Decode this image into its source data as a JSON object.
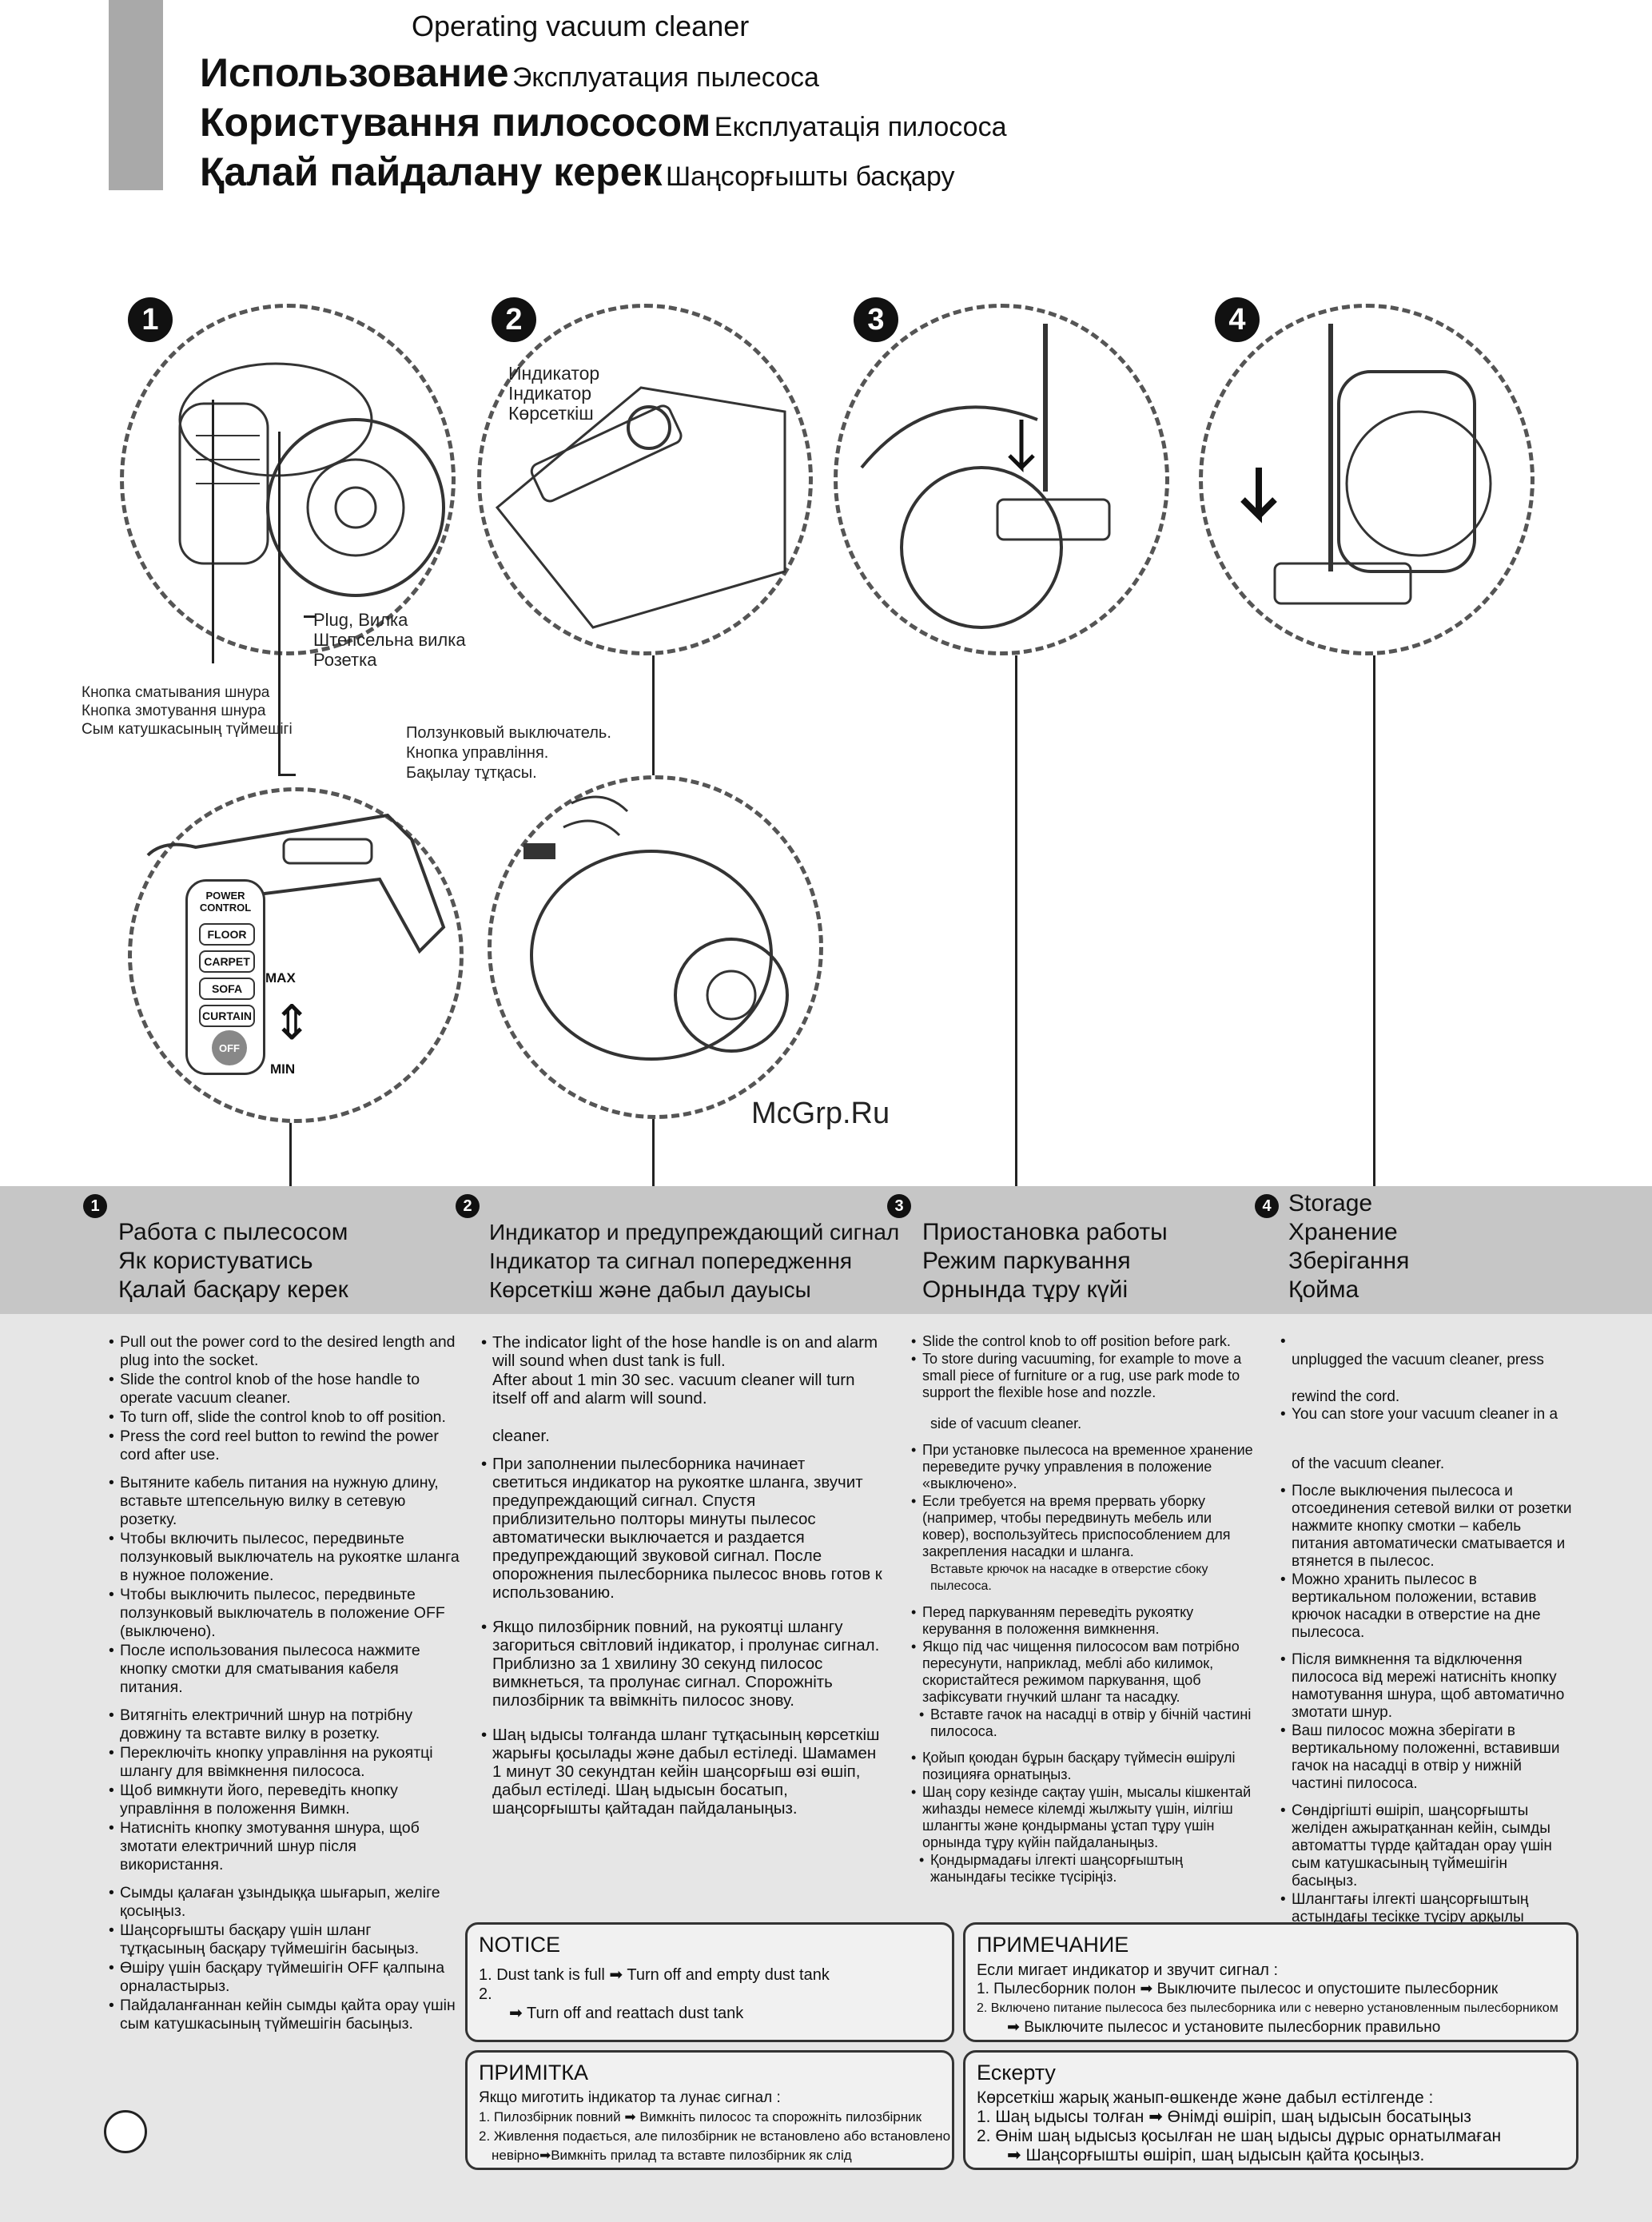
{
  "header": {
    "en": "Operating vacuum cleaner",
    "ru_big": "Использование",
    "ru_small": "Эксплуатация пылесоса",
    "uk_big": "Користування пилососом",
    "uk_small": "Експлуатація пилососа",
    "kz_big": "Қалай пайдалану керек",
    "kz_small": "Шаңсорғышты басқару"
  },
  "figures": {
    "steps": [
      "1",
      "2",
      "3",
      "4"
    ],
    "indicator_labels": [
      "Индикатор",
      "Індикатор",
      "Көрсеткіш"
    ],
    "plug_labels": [
      "Plug, Вилка",
      "Штепсельна вилка",
      "Розетка"
    ],
    "cord_button_labels": [
      "Кнопка сматывания шнура",
      "Кнопка змотування шнура",
      "Сым катушкасының түймешігі"
    ],
    "slider_labels": [
      "Ползунковый выключатель.",
      "Кнопка управління.",
      "Бақылау тұтқасы."
    ],
    "panel": {
      "title_1": "POWER",
      "title_2": "CONTROL",
      "buttons": [
        "FLOOR",
        "CARPET",
        "SOFA",
        "CURTAIN",
        "OFF"
      ],
      "max": "MAX",
      "min": "MIN"
    }
  },
  "watermark": "McGrp.Ru",
  "sections": [
    {
      "num": "1",
      "lines": [
        "Работа с пылесосом",
        "Як користуватись",
        "Қалай басқару керек"
      ]
    },
    {
      "num": "2",
      "lines": [
        "Индикатор и предупреждающий сигнал",
        "Індикатор та сигнал попередження",
        "Көрсеткіш және дабыл дауысы"
      ]
    },
    {
      "num": "3",
      "lines": [
        "Приостановка работы",
        "Режим паркування",
        "Орнында тұру күйі"
      ]
    },
    {
      "num": "4",
      "lines": [
        "Storage",
        "Хранение",
        "Зберігання",
        "Қойма"
      ]
    }
  ],
  "col1": {
    "en": [
      "Pull out the power cord to the desired length and plug into the socket.",
      "Slide the control knob of the hose handle to operate vacuum cleaner.",
      "To turn off, slide the control knob to off position.",
      "Press the cord reel button to rewind the power cord after use."
    ],
    "ru": [
      "Вытяните кабель питания на нужную длину, вставьте штепсельную вилку в сетевую розетку.",
      "Чтобы включить пылесос, передвиньте ползунковый выключатель на рукоятке шланга в нужное положение.",
      "Чтобы выключить пылесос, передвиньте ползунковый выключатель в положение OFF (выключено).",
      "После использования пылесоса нажмите кнопку смотки для сматывания кабеля питания."
    ],
    "uk": [
      "Витягніть електричний шнур на потрібну довжину та вставте вилку в розетку.",
      "Переключіть кнопку управління на рукоятці шлангу для ввімкнення пилососа.",
      "Щоб вимкнути його, переведіть кнопку управління в положення Вимкн.",
      "Натисніть кнопку змотування шнура, щоб змотати електричний шнур після використання."
    ],
    "kz": [
      "Сымды қалаған ұзындыққа шығарып, желіге қосыңыз.",
      "Шаңсорғышты басқару үшін шланг тұтқасының басқару түймешігін басыңыз.",
      "Өшіру үшін басқару түймешігін OFF қалпына орналастырыз.",
      "Пайдаланғаннан кейін сымды қайта орау үшін сым катушкасының түймешігін басыңыз."
    ]
  },
  "col2": {
    "en": [
      "The indicator light of the hose handle is on and alarm will sound when dust tank is full.",
      "After about 1 min 30 sec. vacuum cleaner will turn itself off and alarm will sound.",
      "cleaner."
    ],
    "ru": "При заполнении пылесборника начинает светиться индикатор на рукоятке шланга, звучит предупреждающий сигнал. Спустя приблизительно полторы минуты пылесос автоматически выключается и раздается предупреждающий звуковой сигнал. После опорожнения пылесборника пылесос вновь готов к использованию.",
    "uk": "Якщо пилозбірник повний, на рукоятці шлангу загориться світловий індикатор, і пролунає сигнал. Приблизно за 1 хвилину 30 секунд пилосос вимкнеться, та пролунає сигнал. Спорожніть пилозбірник та ввімкніть пилосос знову.",
    "kz": "Шаң ыдысы толғанда шланг тұтқасының көрсеткіш жарығы қосылады және дабыл естіледі. Шамамен 1 минут 30 секундтан кейін шаңсорғыш өзі өшіп, дабыл естіледі. Шаң ыдысын босатып, шаңсорғышты қайтадан пайдаланыңыз."
  },
  "col3": {
    "en": [
      "Slide the control knob to off  position before park.",
      "To store during vacuuming, for example to move a small piece of furniture or a rug, use park mode to support the flexible hose and nozzle.",
      "side of vacuum cleaner."
    ],
    "ru": [
      "При установке пылесоса на временное хранение переведите ручку управления в положение «выключено».",
      "Если требуется на время прервать уборку (например, чтобы передвинуть мебель или ковер), воспользуйтесь приспособлением для закрепления насадки и шланга.",
      "Вставьте крючок на насадке в отверстие сбоку пылесоса."
    ],
    "uk": [
      "Перед паркуванням переведіть рукоятку керування в положення вимкнення.",
      "Якщо під час чищення пилососом вам потрібно пересунути, наприклад, меблі або килимок, скористайтеся режимом паркування, щоб зафіксувати гнучкий шланг та насадку.",
      "Вставте гачок на насадці в отвір у бічній частині пилососа."
    ],
    "kz": [
      "Қойып қоюдан бұрын басқару түймесін өшірулі позицияға орнатыңыз.",
      "Шаң сору кезінде сақтау үшін, мысалы кішкентай жиһазды немесе кілемді жылжыту үшін, иілгіш шлангты және қондырманы ұстап тұру үшін орнында тұру күйін пайдаланыңыз.",
      "Қондырмадағы ілгекті шаңсорғыштың жанындағы тесікке түсіріңіз."
    ]
  },
  "col4": {
    "en": [
      "unplugged the vacuum cleaner, press",
      "rewind the cord.",
      "You can store your vacuum cleaner in a",
      "of the vacuum cleaner."
    ],
    "ru": [
      "После выключения пылесоса и отсоединения сетевой вилки от розетки нажмите кнопку смотки – кабель питания автоматически сматывается и втянется в пылесос.",
      "Можно хранить пылесос в вертикальном положении, вставив крючок насадки в отверстие на дне пылесоса."
    ],
    "uk": [
      "Після вимкнення та відключення пилососа від мережі натисніть кнопку намотування шнура, щоб автоматично змотати шнур.",
      "Ваш пилосос можна зберігати в вертикальному положенні, вставивши гачок на насадці в отвір у нижній частині пилососа."
    ],
    "kz": [
      "Сөндіргішті өшіріп, шаңсорғышты желіден ажыратқаннан кейін, сымды автоматты түрде қайтадан орау үшін сым катушкасының түймешігін басыңыз.",
      "Шлангтағы ілгекті шаңсорғыштың астындағы тесікке түсіру арқылы шаңсорғышты тік қалыпқа қоюға болады."
    ]
  },
  "notice": {
    "title": "NOTICE",
    "l1a": "1. Dust tank is full",
    "l1b": "Turn off and empty dust tank",
    "l2": "2.",
    "l3": "Turn off and reattach dust tank"
  },
  "primechanie": {
    "title": "ПРИМЕЧАНИЕ",
    "l0": "Если мигает индикатор и звучит сигнал :",
    "l1a": "1. Пылесборник полон",
    "l1b": "Выключите пылесос и опустошите пылесборник",
    "l2": "2. Включено питание пылесоса без пылесборника или с неверно установленным пылесборником",
    "l3": "Выключите пылесос и установите пылесборник правильно"
  },
  "prymitka": {
    "title": "ПРИМІТКА",
    "l0": "Якщо миготить індикатор та лунає сигнал :",
    "l1a": "1. Пилозбірник повний",
    "l1b": "Вимкніть пилосос та спорожніть пилозбірник",
    "l2": "2. Живлення подається, але пилозбірник не встановлено або встановлено",
    "l3a": "невірно",
    "l3b": "Вимкніть прилад та вставте пилозбірник як слід"
  },
  "eskertu": {
    "title": "Ескерту",
    "l0": "Көрсеткіш жарық жанып-өшкенде және дабыл естілгенде :",
    "l1a": "1. Шаң ыдысы толған",
    "l1b": "Өнімді өшіріп, шаң ыдысын босатыңыз",
    "l2": "2. Өнім шаң ыдысыз қосылған не шаң ыдысы дұрыс орнатылмаған",
    "l3": "Шаңсорғышты өшіріп, шаң ыдысын қайта қосыңыз."
  },
  "arrow": "➡"
}
